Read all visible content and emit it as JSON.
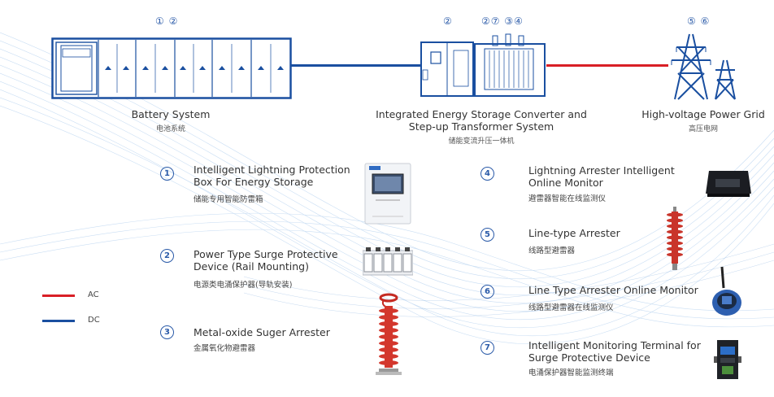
{
  "colors": {
    "ac": "#d91f26",
    "dc": "#1a4fa0",
    "accent": "#2a5aa8"
  },
  "top_numbers": {
    "battery": "① ②",
    "converter_left": "②",
    "converter_right": "②⑦ ③④",
    "grid": "⑤ ⑥"
  },
  "systems": {
    "battery": {
      "title": "Battery System",
      "subtitle": "电池系统"
    },
    "converter": {
      "title_line1": "Integrated Energy Storage Converter and",
      "title_line2": "Step-up Transformer System",
      "subtitle": "储能变流升压一体机"
    },
    "grid": {
      "title": "High-voltage Power Grid",
      "subtitle": "高压电网"
    }
  },
  "items": [
    {
      "num": "1",
      "title_line1": "Intelligent Lightning Protection",
      "title_line2": "Box For Energy Storage",
      "subtitle": "储能专用智能防雷箱",
      "icon": "protection-box-icon"
    },
    {
      "num": "2",
      "title_line1": "Power Type Surge Protective",
      "title_line2": "Device (Rail Mounting)",
      "subtitle": "电源类电涌保护器(导轨安装)",
      "icon": "surge-protector-icon"
    },
    {
      "num": "3",
      "title_line1": "Metal-oxide Suger Arrester",
      "title_line2": "",
      "subtitle": "金属氧化物避雷器",
      "icon": "arrester-icon"
    },
    {
      "num": "4",
      "title_line1": "Lightning Arrester Intelligent",
      "title_line2": "Online Monitor",
      "subtitle": "避雷器智能在线监测仪",
      "icon": "monitor-box-icon"
    },
    {
      "num": "5",
      "title_line1": "Line-type Arrester",
      "title_line2": "",
      "subtitle": "线路型避雷器",
      "icon": "line-arrester-icon"
    },
    {
      "num": "6",
      "title_line1": "Line Type Arrester Online Monitor",
      "title_line2": "",
      "subtitle": "线路型避雷器在线监测仪",
      "icon": "online-monitor-icon"
    },
    {
      "num": "7",
      "title_line1": "Intelligent Monitoring Terminal for",
      "title_line2": "Surge Protective Device",
      "subtitle": "电涌保护器智能监测终端",
      "icon": "terminal-icon"
    }
  ],
  "legend": {
    "ac": "AC",
    "dc": "DC"
  }
}
